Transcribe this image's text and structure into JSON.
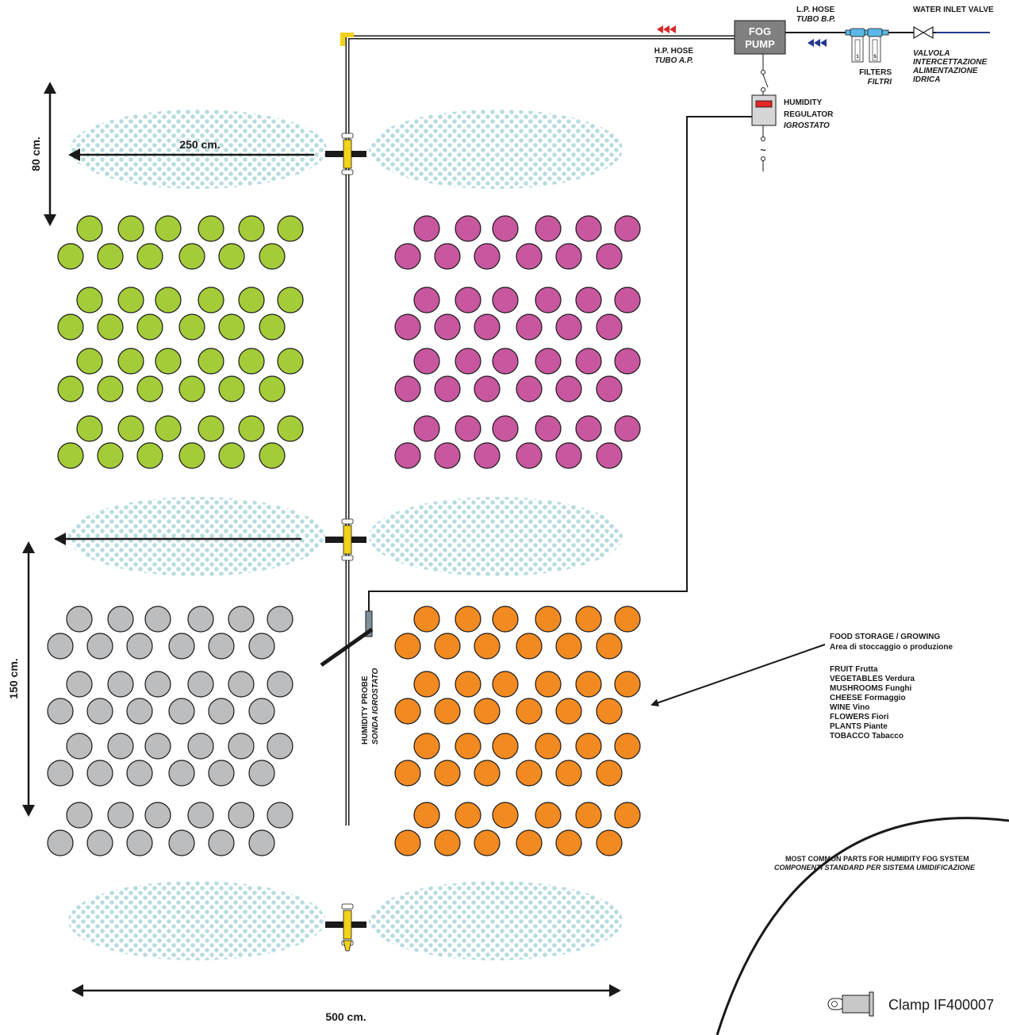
{
  "colors": {
    "line": "#1a1a1a",
    "green": "#a4cc38",
    "magenta": "#c8579f",
    "gray": "#bcbdbf",
    "orange": "#f28a22",
    "fog": "#b8dce0",
    "yellow": "#f2d21a",
    "pump": "#808080",
    "arrow_hp": "#d62828",
    "arrow_lp": "#25388f",
    "filter": "#5bb8e6",
    "indicator": "#e32626"
  },
  "icons": {
    "water_valve": "valve-icon",
    "filters": "filter-cartridge-icon",
    "regulator": "humidity-regulator-icon",
    "probe": "humidity-probe-icon",
    "nozzle": "fog-nozzle-icon",
    "clamp": "clamp-icon"
  },
  "labels": {
    "fog_pump_line1": "FOG",
    "fog_pump_line2": "PUMP",
    "lp_hose": "L.P. HOSE",
    "lp_hose_it": "TUBO B.P.",
    "water_inlet_valve": "WATER INLET VALVE",
    "valve_it_1": "VALVOLA",
    "valve_it_2": "INTERCETTAZIONE",
    "valve_it_3": "ALIMENTAZIONE",
    "valve_it_4": "IDRICA",
    "hp_hose": "H.P. HOSE",
    "hp_hose_it": "TUBO A.P.",
    "filters": "FILTERS",
    "filters_it": "FILTRI",
    "filter_1": "1",
    "filter_2": "5",
    "humidity_regulator_1": "HUMIDITY",
    "humidity_regulator_2": "REGULATOR",
    "humidity_regulator_it": "IGROSTATO",
    "humidity_probe": "HUMIDITY PROBE",
    "humidity_probe_it": "SONDA IGROSTATO",
    "tilde": "~",
    "dim_80": "80 cm.",
    "dim_250": "250 cm.",
    "dim_150": "150 cm.",
    "dim_500": "500 cm."
  },
  "storage": {
    "title": "FOOD STORAGE / GROWING",
    "subtitle": "Area di stoccaggio o produzione",
    "items": [
      "FRUIT Frutta",
      "VEGETABLES Verdura",
      "MUSHROOMS Funghi",
      "CHEESE Formaggio",
      "WINE Vino",
      "FLOWERS Fiori",
      "PLANTS Piante",
      "TOBACCO Tabacco"
    ]
  },
  "parts": {
    "title": "MOST COMMON PARTS FOR HUMIDITY FOG SYSTEM",
    "title_it": "COMPONENTI STANDARD PER SISTEMA UMIDIFICAZIONE",
    "clamp": "Clamp IF400007"
  }
}
